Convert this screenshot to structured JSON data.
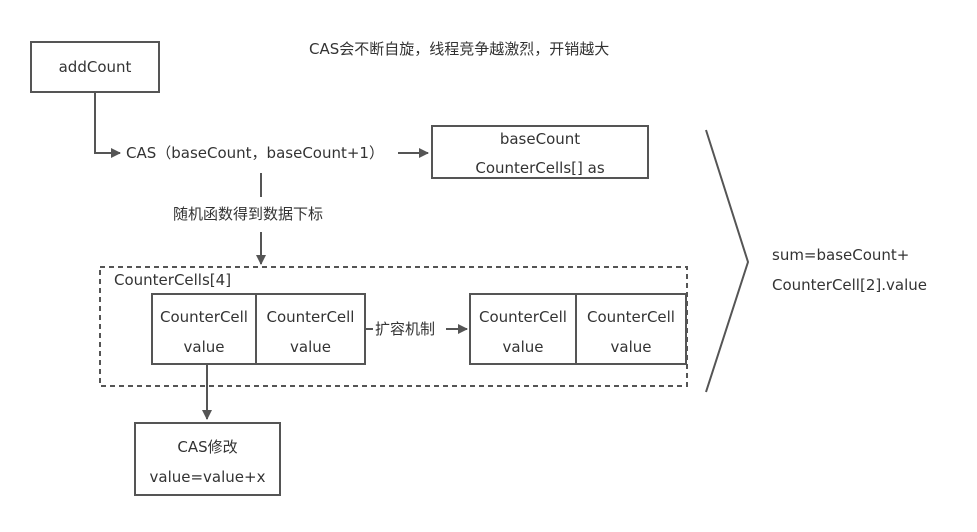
{
  "diagram": {
    "note": "CAS会不断自旋，线程竞争越激烈，开销越大",
    "add_count": "addCount",
    "cas_call": "CAS（baseCount，baseCount+1）",
    "base_box": {
      "line1": "baseCount",
      "line2": "CounterCells[] as"
    },
    "random_label": "随机函数得到数据下标",
    "counter_cells_array": "CounterCells[4]",
    "cell_title": "CounterCell",
    "cell_value": "value",
    "expand_label": "扩容机制",
    "cas_modify": {
      "line1": "CAS修改",
      "line2": "value=value+x"
    },
    "sum": {
      "line1": "sum=baseCount+",
      "line2": "CounterCell[2].value"
    }
  },
  "colors": {
    "stroke": "#555555",
    "text": "#333333",
    "background": "#ffffff"
  }
}
